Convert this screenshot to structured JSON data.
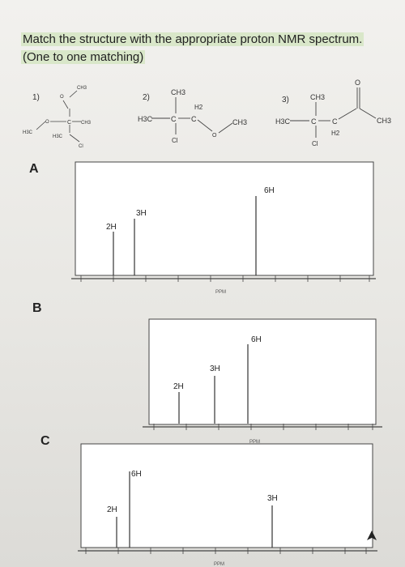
{
  "question": {
    "line1": "Match the structure with the appropriate proton NMR spectrum.",
    "line2": "(One to one matching)"
  },
  "structures": {
    "s1": {
      "number": "1)",
      "labels": [
        "CH3",
        "O",
        "C",
        "CH3",
        "H3C",
        "H3C",
        "Cl",
        "O"
      ]
    },
    "s2": {
      "number": "2)",
      "labels": [
        "CH3",
        "H3C",
        "C",
        "C",
        "H2",
        "Cl",
        "O",
        "CH3"
      ]
    },
    "s3": {
      "number": "3)",
      "labels": [
        "CH3",
        "H3C",
        "C",
        "C",
        "H2",
        "Cl",
        "O",
        "CH3"
      ]
    }
  },
  "spectra": {
    "A": {
      "letter": "A",
      "peaks": [
        {
          "label": "2H"
        },
        {
          "label": "3H"
        },
        {
          "label": "6H"
        }
      ],
      "axis_label": "PPM"
    },
    "B": {
      "letter": "B",
      "peaks": [
        {
          "label": "2H"
        },
        {
          "label": "3H"
        },
        {
          "label": "6H"
        }
      ],
      "axis_label": "PPM"
    },
    "C": {
      "letter": "C",
      "peaks": [
        {
          "label": "2H"
        },
        {
          "label": "6H"
        },
        {
          "label": "3H"
        }
      ],
      "axis_label": "PPM"
    }
  }
}
